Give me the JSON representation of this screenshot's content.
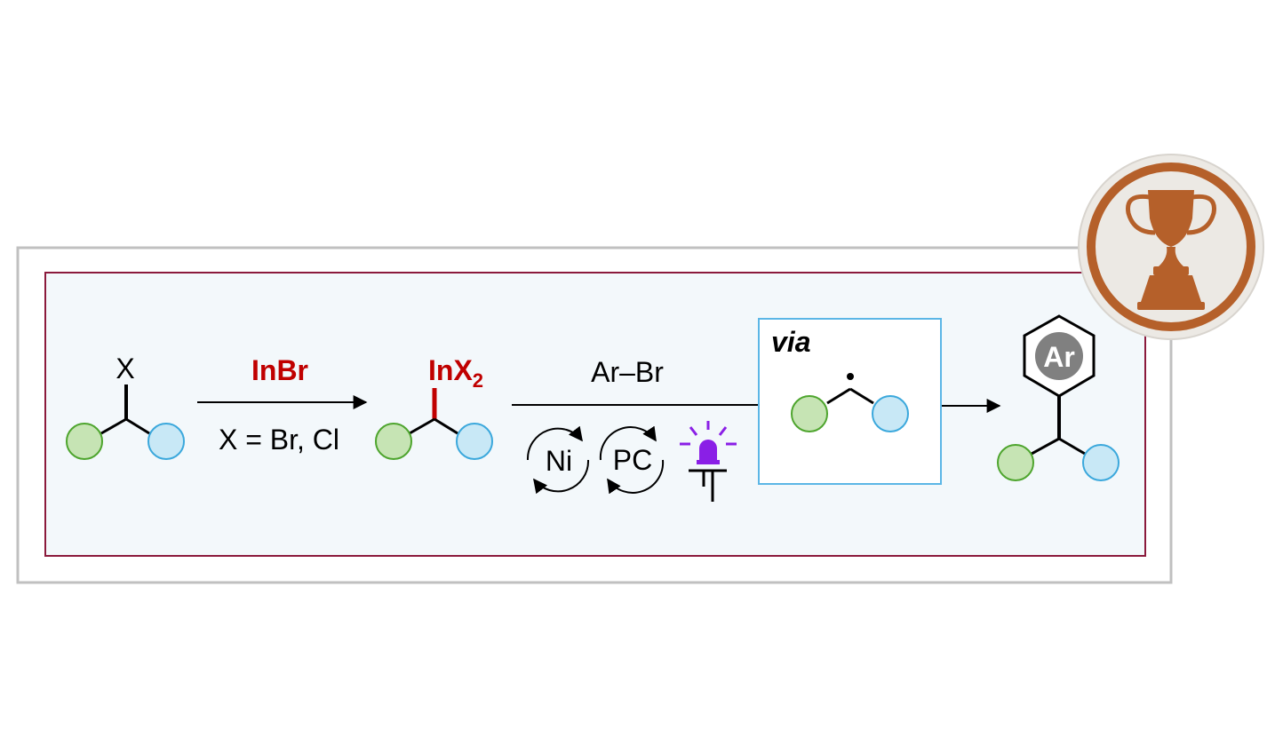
{
  "colors": {
    "outer_frame": "#c0c0c0",
    "inner_frame": "#8b1a3c",
    "panel_bg": "#f3f8fb",
    "green_fill": "#c6e4b4",
    "green_stroke": "#4ea52e",
    "blue_fill": "#c8e8f6",
    "blue_stroke": "#3ba8dc",
    "reagent_red": "#c00000",
    "via_box": "#5bb6e6",
    "led_purple": "#8a1fe6",
    "badge_ring": "#b5602a",
    "badge_bg": "#ece9e4",
    "ar_circle": "#808080"
  },
  "step1": {
    "substrate_label": "X",
    "reagent": "InBr",
    "conditions": "X = Br, Cl"
  },
  "intermediate": {
    "label_main": "InX",
    "label_sub": "2"
  },
  "step2": {
    "reagent": "Ar–Br",
    "cycle1_label": "Ni",
    "cycle2_label": "PC"
  },
  "via_box": {
    "label": "via"
  },
  "product": {
    "ring_label": "Ar"
  },
  "icons": {
    "light": "purple-led-icon",
    "badge": "trophy-icon"
  }
}
